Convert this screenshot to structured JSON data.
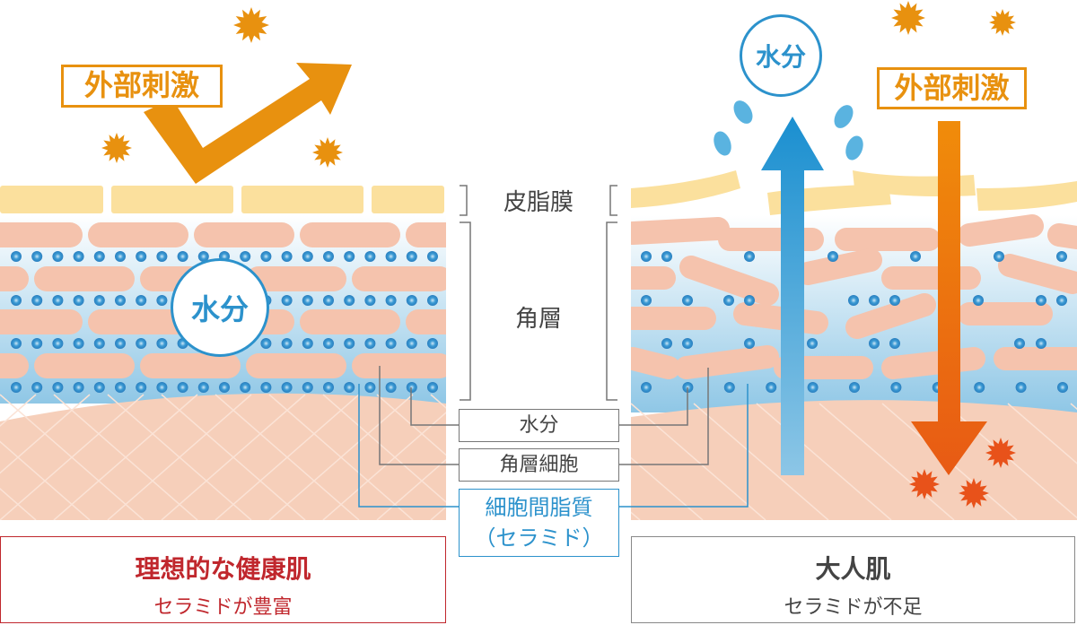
{
  "labels": {
    "sebum": "皮脂膜",
    "stratum": "角層"
  },
  "callouts": {
    "water": "水分",
    "cell": "角層細胞",
    "lipid_line1": "細胞間脂質",
    "lipid_line2": "（セラミド）"
  },
  "left": {
    "external": "外部刺激",
    "water": "水分",
    "caption_title": "理想的な健康肌",
    "caption_sub": "セラミドが豊富"
  },
  "right": {
    "external": "外部刺激",
    "water": "水分",
    "caption_title": "大人肌",
    "caption_sub": "セラミドが不足"
  },
  "colors": {
    "orange": "#e8910f",
    "blue": "#2c92cc",
    "red": "#c0272d",
    "sebum": "#fbe09d",
    "cell": "#f5c3ad",
    "dermis": "#f6cfba"
  }
}
